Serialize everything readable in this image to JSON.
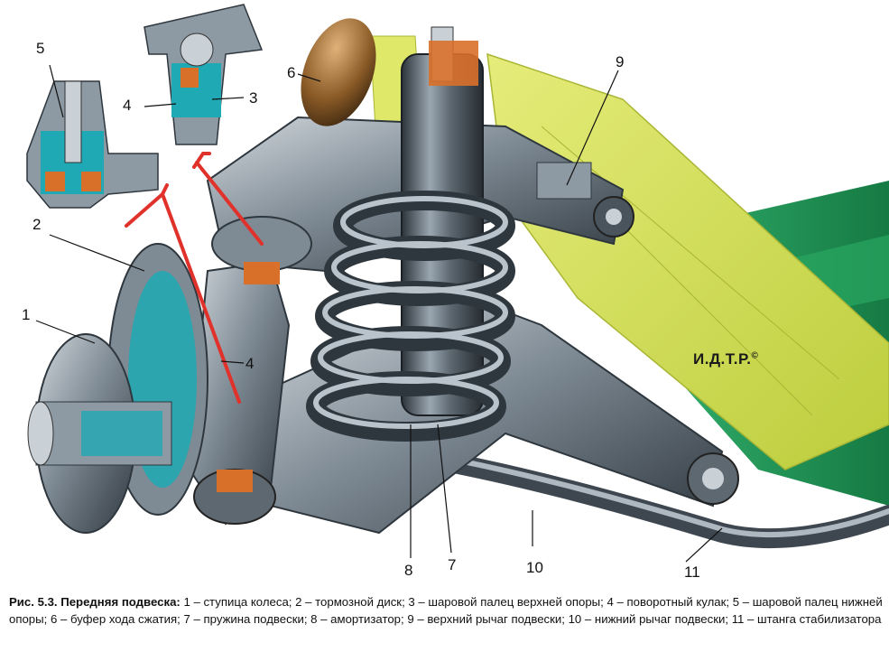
{
  "callouts": {
    "c1": "1",
    "c2": "2",
    "c3": "3",
    "c4a": "4",
    "c4b": "4",
    "c5": "5",
    "c6": "6",
    "c7": "7",
    "c8": "8",
    "c9": "9",
    "c10": "10",
    "c11": "11"
  },
  "watermark": {
    "text": "И.Д.Т.Р.",
    "mark": "©"
  },
  "caption": {
    "title": "Рис. 5.3. Передняя подвеска:",
    "body": " 1 – ступица колеса; 2 – тормозной диск; 3 – шаровой палец верхней опоры; 4 – поворотный кулак; 5 – шаровой палец нижней опоры; 6 – буфер хода сжатия; 7 – пружина подвески; 8 – амортизатор; 9 – верхний рычаг подвески; 10 – нижний рычаг подвески; 11 – штанга стабилизатора"
  },
  "colors": {
    "metal_dark": "#3e4750",
    "metal_mid": "#7e8a94",
    "metal_light": "#c9d0d6",
    "section_cyan": "#1fa9b4",
    "bushing_orange": "#d9702a",
    "body_yellow": "#d8e25a",
    "body_green": "#1f9a5a",
    "pointer_red": "#e0312b",
    "buffer_brown": "#8a5a26"
  }
}
